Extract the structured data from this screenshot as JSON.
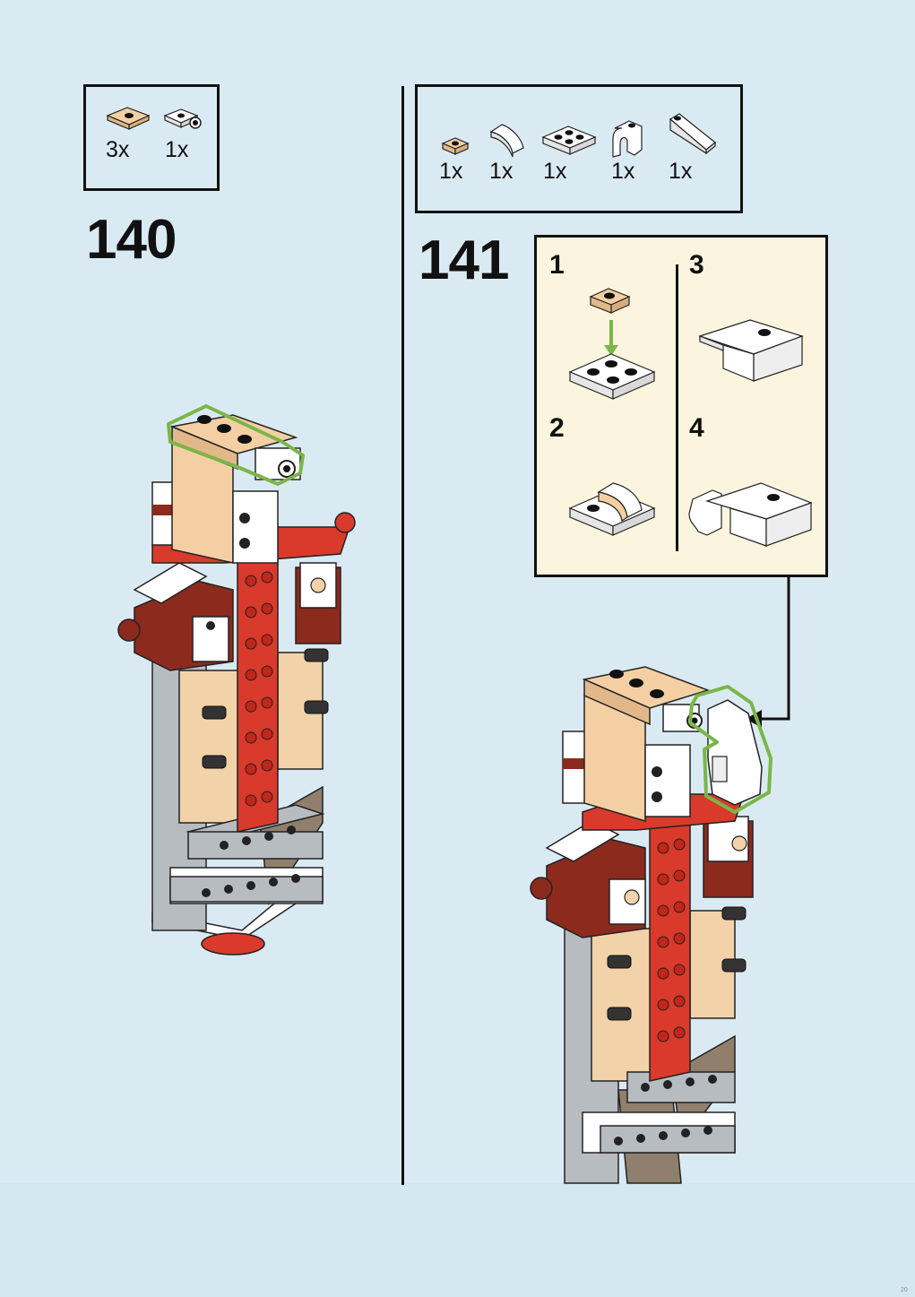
{
  "page": {
    "background": "#daeaf3",
    "footer_mark": "20"
  },
  "step_140": {
    "number": "140",
    "parts": [
      {
        "icon": "tan-plate-1x2-icon",
        "qty": "3x",
        "color": "#f4cfa4"
      },
      {
        "icon": "white-clip-plate-icon",
        "qty": "1x",
        "color": "#ffffff"
      }
    ]
  },
  "step_141": {
    "number": "141",
    "parts": [
      {
        "icon": "tan-plate-1x1-icon",
        "qty": "1x",
        "color": "#f4cfa4"
      },
      {
        "icon": "white-curved-slope-icon",
        "qty": "1x",
        "color": "#ffffff"
      },
      {
        "icon": "white-plate-2x2-icon",
        "qty": "1x",
        "color": "#ffffff"
      },
      {
        "icon": "white-arch-brick-icon",
        "qty": "1x",
        "color": "#ffffff"
      },
      {
        "icon": "white-wedge-slope-icon",
        "qty": "1x",
        "color": "#ffffff"
      }
    ],
    "sub_steps": [
      "1",
      "2",
      "3",
      "4"
    ]
  },
  "colors": {
    "red": "#d93a2b",
    "dark_red": "#8c2a1e",
    "tan": "#f2d2a8",
    "light_gray": "#b7bcc1",
    "dark_tan": "#8f7f6c",
    "highlight_green": "#7ab648"
  }
}
